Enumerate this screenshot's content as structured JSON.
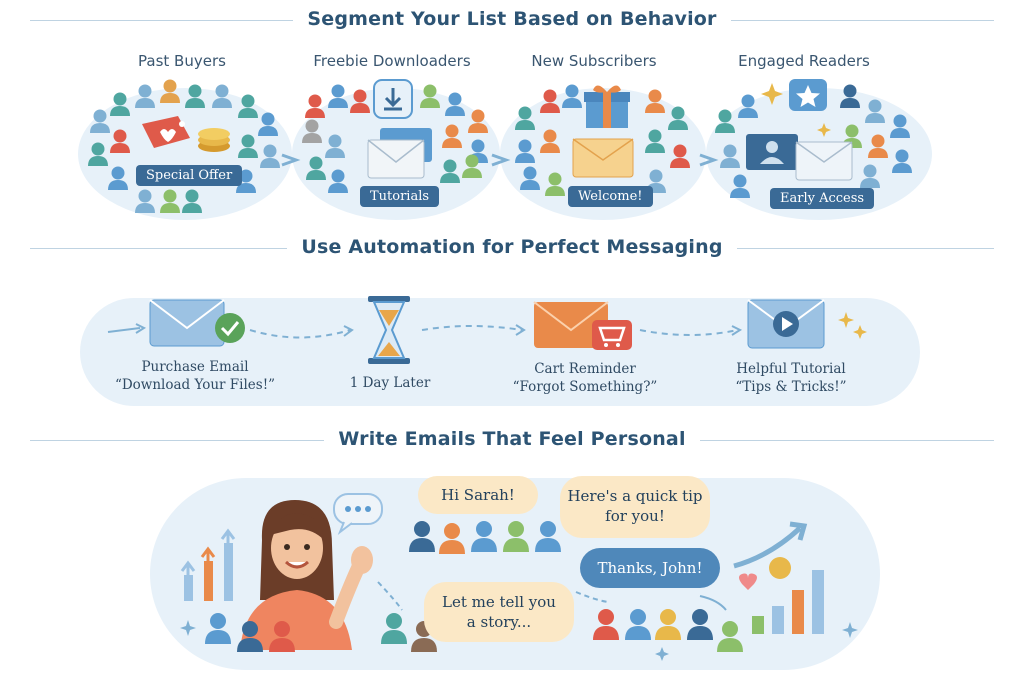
{
  "sections": {
    "segment": {
      "title": "Segment Your List Based on Behavior"
    },
    "automation": {
      "title": "Use Automation for Perfect Messaging"
    },
    "personal": {
      "title": "Write Emails That Feel Personal"
    }
  },
  "segments": [
    {
      "label": "Past Buyers",
      "tag": "Special Offer"
    },
    {
      "label": "Freebie Downloaders",
      "tag": "Tutorials"
    },
    {
      "label": "New Subscribers",
      "tag": "Welcome!"
    },
    {
      "label": "Engaged Readers",
      "tag": "Early Access"
    }
  ],
  "flow": [
    {
      "line1": "Purchase Email",
      "line2": "“Download Your Files!”"
    },
    {
      "line1": "1 Day Later"
    },
    {
      "line1": "Cart Reminder",
      "line2": "“Forgot Something?”"
    },
    {
      "line1": "Helpful Tutorial",
      "line2": "“Tips & Tricks!”"
    }
  ],
  "bubbles": {
    "hi": "Hi Sarah!",
    "tip_line1": "Here's a quick tip",
    "tip_line2": "for you!",
    "thanks": "Thanks, John!",
    "story_line1": "Let me tell you",
    "story_line2": "a story..."
  },
  "colors": {
    "navy": "#3a6a96",
    "blue": "#5b9bd0",
    "teal": "#4fa6a0",
    "orange": "#e98a4a",
    "red": "#df5a4a",
    "green": "#8cbf6a",
    "cream": "#fbe8c6",
    "bg_light": "#e7f1f9"
  }
}
